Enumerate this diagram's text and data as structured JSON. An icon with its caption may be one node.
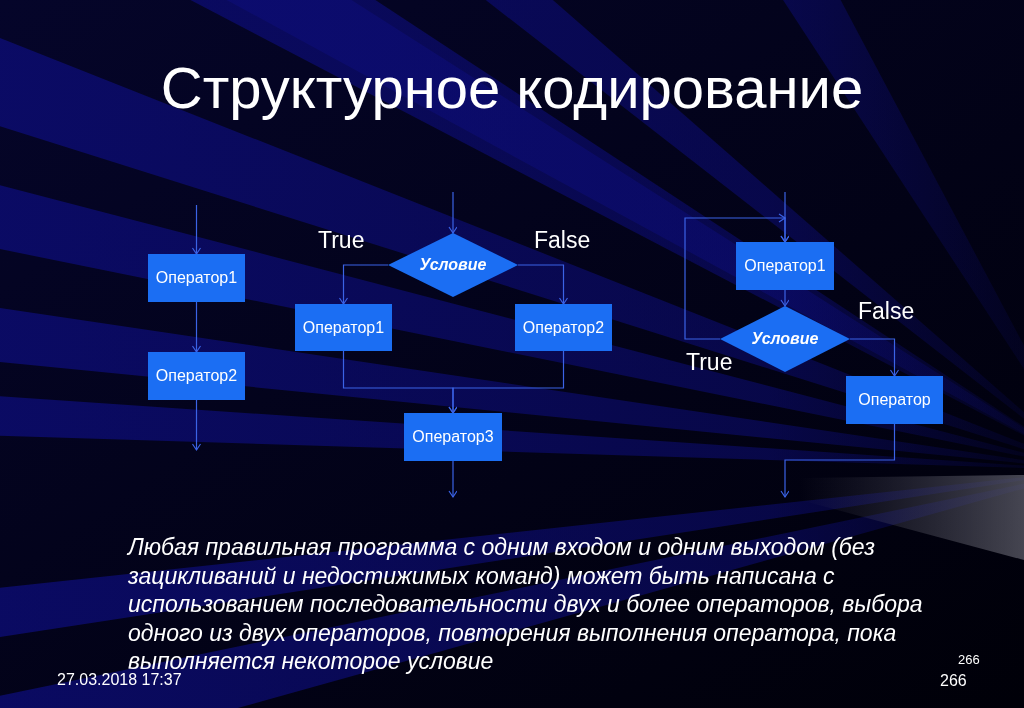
{
  "diagram": {
    "title": "Структурное кодирование",
    "nodes": [
      {
        "text": [
          "Оператор1"
        ]
      },
      {
        "text": [
          "Оператор2"
        ]
      },
      {
        "text": [
          "Условие"
        ]
      },
      {
        "text": [
          "Оператор1"
        ]
      },
      {
        "text": [
          "Оператор2"
        ]
      },
      {
        "text": [
          "Оператор3"
        ]
      },
      {
        "text": [
          "Оператор1"
        ]
      },
      {
        "text": [
          "Условие"
        ]
      },
      {
        "text": [
          "Оператор"
        ]
      }
    ],
    "edges": [
      {
        "from": null,
        "to": 0,
        "arrow": "to"
      },
      {
        "from": 0,
        "to": 1,
        "arrow": "to"
      },
      {
        "from": 1,
        "to": null,
        "arrow": "to"
      },
      {
        "from": null,
        "to": 2,
        "arrow": "to"
      },
      {
        "from": 2,
        "to": 3,
        "arrow": "to",
        "label": "True"
      },
      {
        "from": 2,
        "to": 4,
        "arrow": "to",
        "label": "False"
      },
      {
        "from": 3,
        "to": 5,
        "arrow": "to"
      },
      {
        "from": 4,
        "to": 5,
        "arrow": "to"
      },
      {
        "from": 5,
        "to": null,
        "arrow": "to"
      },
      {
        "from": null,
        "to": 6,
        "arrow": "to"
      },
      {
        "from": 6,
        "to": 7,
        "arrow": "to"
      },
      {
        "from": 7,
        "to": 6,
        "arrow": "to",
        "label": "True"
      },
      {
        "from": 7,
        "to": 8,
        "arrow": "to",
        "label": "False"
      },
      {
        "from": 8,
        "to": null,
        "arrow": "to"
      }
    ],
    "caption": "Любая правильная программа с одним входом и одним выходом (без зацикливаний и недостижимых команд) может быть написана с использованием последовательности двух и более операторов, выбора одного из двух операторов, повторения выполнения оператора, пока выполняется некоторое условие",
    "labels": [
      "266",
      "27.03.2018 17:37",
      "266"
    ]
  }
}
